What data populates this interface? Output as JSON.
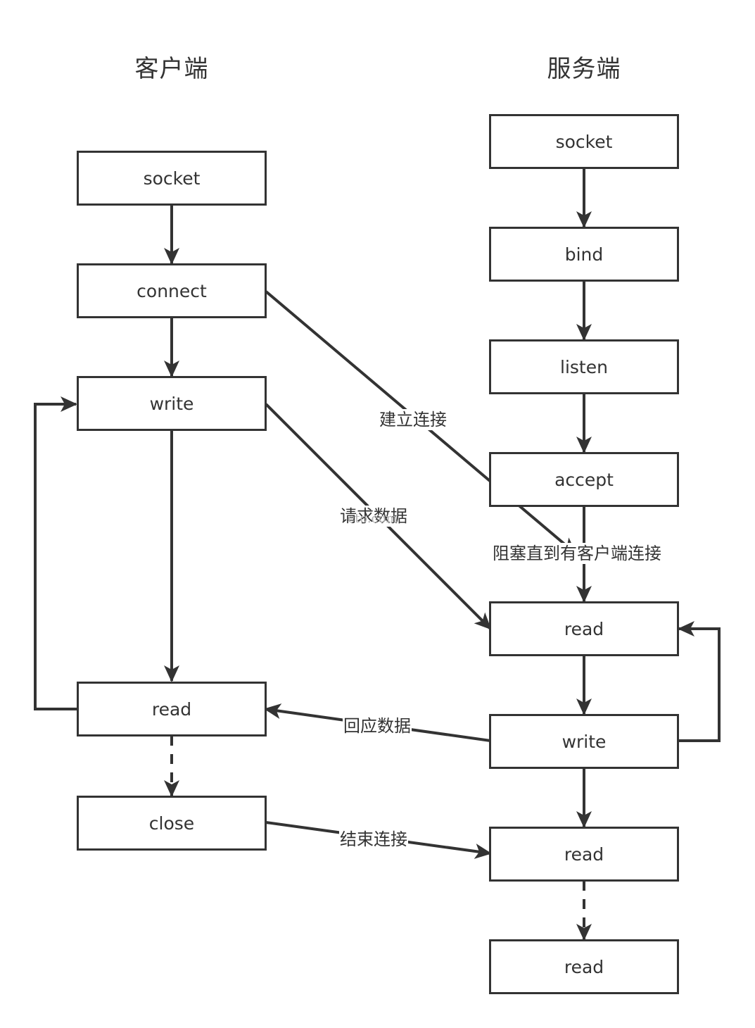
{
  "titles": {
    "client": "客户端",
    "server": "服务端"
  },
  "client_boxes": [
    "socket",
    "connect",
    "write",
    "read",
    "close"
  ],
  "server_boxes": [
    "socket",
    "bind",
    "listen",
    "accept",
    "read",
    "write",
    "read",
    "read"
  ],
  "labels": {
    "establish": "建立连接",
    "request": "请求数据",
    "blocking": "阻塞直到有客户端连接",
    "response": "回应数据",
    "end": "结束连接"
  },
  "watermark": "cto.com"
}
